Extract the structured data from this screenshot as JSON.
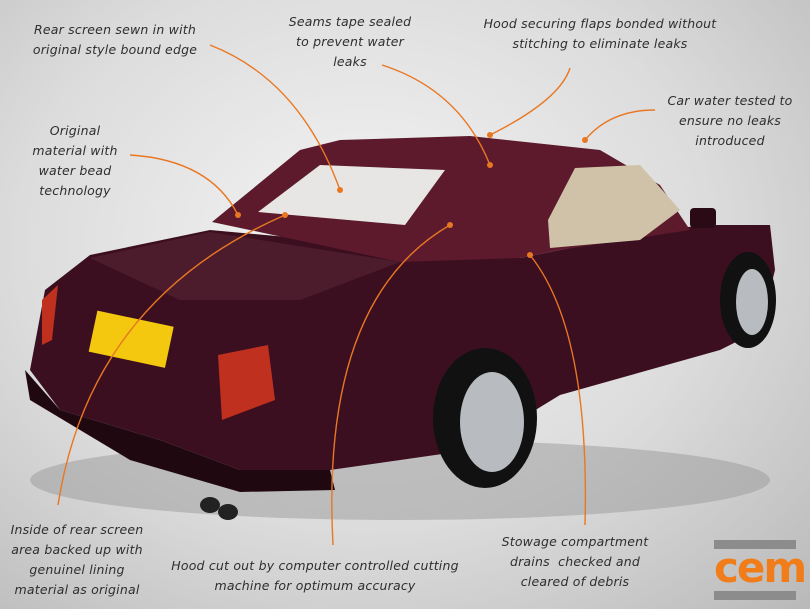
{
  "annotations": [
    {
      "id": "rear-screen-sewn",
      "text": "Rear screen sewn in with\noriginal style bound edge"
    },
    {
      "id": "seams-tape",
      "text": "Seams tape sealed\nto prevent water\nleaks"
    },
    {
      "id": "securing-flaps",
      "text": "Hood securing flaps bonded without\nstitching to eliminate leaks"
    },
    {
      "id": "water-tested",
      "text": "Car water tested to\nensure no leaks\nintroduced"
    },
    {
      "id": "original-material",
      "text": "Original\nmaterial with\nwater bead\ntechnology"
    },
    {
      "id": "rear-screen-lining",
      "text": "Inside of rear screen\narea backed up with\ngenuinel lining\nmaterial as original"
    },
    {
      "id": "hood-cut",
      "text": "Hood cut out by computer controlled cutting\nmachine for optimum accuracy"
    },
    {
      "id": "stowage-drains",
      "text": "Stowage compartment\ndrains  checked and\ncleared of debris"
    }
  ],
  "logo": {
    "text": "cem"
  },
  "colors": {
    "arrow": "#e87722",
    "hood": "#5c1a2c",
    "body": "#3b0f1f",
    "logo_orange": "#f07d1a",
    "logo_grey": "#8c8c8c"
  }
}
